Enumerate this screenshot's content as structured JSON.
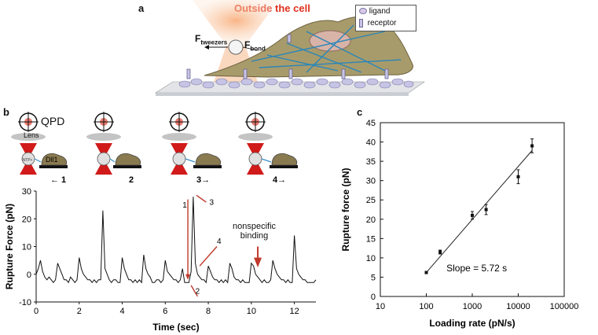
{
  "panel_a": {
    "letter": "a",
    "title": "Outside the cell",
    "legend": [
      {
        "label": "ligand",
        "icon": "ligand-icon"
      },
      {
        "label": "receptor",
        "icon": "receptor-icon"
      }
    ],
    "f_tweezers": "F",
    "f_tweezers_sub": "tweezers",
    "f_bond": "F",
    "f_bond_sub": "bond"
  },
  "panel_b": {
    "letter": "b",
    "qpd_label": "QPD",
    "lens_label": "Lens",
    "bead_label": "NTP+",
    "cell_label": "Dll1",
    "steps": [
      "1",
      "2",
      "3",
      "4"
    ],
    "annotation": "nonspecific\nbinding",
    "trace_arrow_labels": [
      "1",
      "2",
      "3",
      "4"
    ],
    "colors": {
      "laser": "#d11a1a",
      "trace": "#111111",
      "arrow": "#c0392b",
      "cell": "#8a7a50"
    }
  },
  "panel_c": {
    "letter": "c",
    "slope_label": "Slope = 5.72 s"
  },
  "chart_data": [
    {
      "type": "line",
      "title": "",
      "xlabel": "Time (sec)",
      "ylabel": "Rupture Force (pN)",
      "xlim": [
        0,
        13
      ],
      "ylim": [
        -10,
        30
      ],
      "xticks": [
        0,
        2,
        4,
        6,
        8,
        10,
        12
      ],
      "yticks": [
        -10,
        0,
        10,
        20,
        30
      ],
      "series": [
        {
          "x": [
            0,
            0.1,
            0.2,
            0.3,
            0.4,
            0.5,
            0.6,
            0.7,
            0.8,
            0.9,
            1.0,
            1.1,
            1.2,
            1.3,
            1.4,
            1.5,
            1.6,
            1.7,
            1.8,
            1.9,
            2.0,
            2.1,
            2.2,
            2.3,
            2.4,
            2.5,
            2.6,
            2.7,
            2.8,
            2.9,
            3.0,
            3.1,
            3.2,
            3.3,
            3.4,
            3.5,
            3.6,
            3.7,
            3.8,
            3.9,
            4.0,
            4.1,
            4.2,
            4.3,
            4.4,
            4.5,
            4.6,
            4.7,
            4.8,
            4.9,
            5.0,
            5.1,
            5.2,
            5.3,
            5.4,
            5.5,
            5.6,
            5.7,
            5.8,
            5.9,
            6.0,
            6.1,
            6.2,
            6.3,
            6.4,
            6.5,
            6.6,
            6.7,
            6.8,
            6.9,
            7.0,
            7.1,
            7.2,
            7.3,
            7.4,
            7.5,
            7.6,
            7.7,
            7.8,
            7.9,
            8.0,
            8.1,
            8.2,
            8.3,
            8.4,
            8.5,
            8.6,
            8.7,
            8.8,
            8.9,
            9.0,
            9.1,
            9.2,
            9.3,
            9.4,
            9.5,
            9.6,
            9.7,
            9.8,
            9.9,
            10.0,
            10.1,
            10.2,
            10.3,
            10.4,
            10.5,
            10.6,
            10.7,
            10.8,
            10.9,
            11.0,
            11.1,
            11.2,
            11.3,
            11.4,
            11.5,
            11.6,
            11.7,
            11.8,
            11.9,
            12.0,
            12.1,
            12.2,
            12.3,
            12.4,
            12.5,
            12.6,
            12.7,
            12.8,
            12.9,
            13.0
          ],
          "y": [
            0,
            2,
            5,
            1,
            -1,
            -2,
            -1,
            -2,
            -3,
            -2,
            4,
            2,
            0,
            -2,
            -2,
            -3,
            -1,
            -2,
            -3,
            -2,
            6,
            2,
            0,
            -1,
            -2,
            -2,
            -3,
            -2,
            -3,
            -2,
            -2,
            23,
            2,
            0,
            -2,
            -3,
            -2,
            -2,
            -3,
            -3,
            6,
            2,
            0,
            -2,
            -2,
            -3,
            -2,
            -3,
            -2,
            -3,
            7,
            2,
            0,
            -1,
            -3,
            -3,
            -2,
            -2,
            -3,
            -2,
            5,
            1,
            0,
            -1,
            -2,
            -2,
            -3,
            -2,
            2,
            -3,
            -3,
            -3,
            1,
            28,
            4,
            0,
            -1,
            -2,
            -2,
            -3,
            3,
            1,
            -1,
            -2,
            -2,
            -3,
            -2,
            -3,
            -2,
            -3,
            4,
            2,
            -1,
            -2,
            -2,
            -3,
            -2,
            -3,
            -3,
            -3,
            4,
            3,
            0,
            -1,
            -2,
            -3,
            -2,
            -3,
            -3,
            -2,
            5,
            2,
            0,
            -1,
            -2,
            -2,
            -3,
            -2,
            -3,
            -3,
            14,
            2,
            0,
            -1,
            -2,
            -2,
            -3,
            -3,
            -3,
            -3,
            -2
          ]
        }
      ]
    },
    {
      "type": "scatter",
      "title": "",
      "xlabel": "Loading rate (pN/s)",
      "ylabel": "Rupture force (pN)",
      "xscale": "log",
      "xlim": [
        10,
        100000
      ],
      "ylim": [
        0,
        45
      ],
      "xticks": [
        "10",
        "100",
        "1000",
        "10000",
        "100000"
      ],
      "yticks": [
        0,
        5,
        10,
        15,
        20,
        25,
        30,
        35,
        40,
        45
      ],
      "points": [
        {
          "x": 100,
          "y": 6.2,
          "err": 0.3
        },
        {
          "x": 200,
          "y": 11.5,
          "err": 0.5
        },
        {
          "x": 1000,
          "y": 21,
          "err": 1.0
        },
        {
          "x": 2000,
          "y": 22.5,
          "err": 1.3
        },
        {
          "x": 10000,
          "y": 31,
          "err": 1.8
        },
        {
          "x": 20000,
          "y": 39,
          "err": 1.8
        }
      ],
      "fit_line": {
        "x": [
          100,
          20000
        ],
        "y": [
          6.2,
          37.8
        ]
      }
    }
  ]
}
